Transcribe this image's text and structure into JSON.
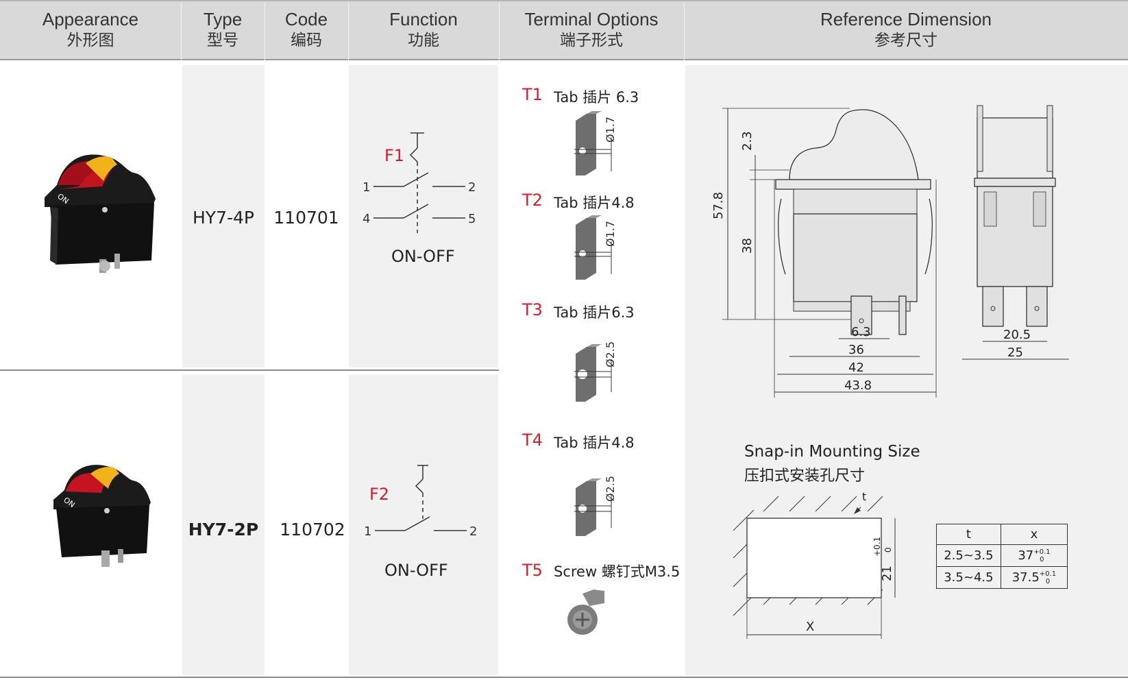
{
  "header": {
    "appearance": {
      "en": "Appearance",
      "cn": "外形图"
    },
    "type": {
      "en": "Type",
      "cn": "型号"
    },
    "code": {
      "en": "Code",
      "cn": "编码"
    },
    "function": {
      "en": "Function",
      "cn": "功能"
    },
    "terminal": {
      "en": "Terminal Options",
      "cn": "端子形式"
    },
    "reference": {
      "en": "Reference Dimension",
      "cn": "参考尺寸"
    }
  },
  "rows": [
    {
      "type": "HY7-4P",
      "code": "110701",
      "func_code": "F1",
      "func_label": "ON-OFF",
      "pins": [
        "1",
        "2",
        "4",
        "5"
      ],
      "rocker_mark": "ON"
    },
    {
      "type": "HY7-2P",
      "code": "110702",
      "func_code": "F2",
      "func_label": "ON-OFF",
      "pins": [
        "1",
        "2"
      ],
      "rocker_mark": "ON"
    }
  ],
  "terminals": [
    {
      "code": "T1",
      "label": "Tab 插片 6.3",
      "dim": "Ø1.7"
    },
    {
      "code": "T2",
      "label": "Tab 插片4.8",
      "dim": "Ø1.7"
    },
    {
      "code": "T3",
      "label": "Tab 插片6.3",
      "dim": "Ø2.5"
    },
    {
      "code": "T4",
      "label": "Tab 插片4.8",
      "dim": "Ø2.5"
    },
    {
      "code": "T5",
      "label": "Screw 螺钉式M3.5"
    }
  ],
  "dimensions": {
    "height_total": "57.8",
    "height_top": "2.3",
    "height_body": "38",
    "tab_width": "6.3",
    "w1": "36",
    "w2": "42",
    "w3": "43.8",
    "side_w1": "20.5",
    "side_w2": "25"
  },
  "mounting": {
    "title_en": "Snap-in Mounting Size",
    "title_cn": "压扣式安装孔尺寸",
    "t_label": "t",
    "x_label": "X",
    "height_label": "21",
    "height_tol_plus": "+0.1",
    "height_tol_minus": "0",
    "table_headers": [
      "t",
      "x"
    ],
    "table_rows": [
      {
        "t": "2.5~3.5",
        "x": "37",
        "tol_plus": "+0.1",
        "tol_minus": "0"
      },
      {
        "t": "3.5~4.5",
        "x": "37.5",
        "tol_plus": "+0.1",
        "tol_minus": "0"
      }
    ]
  },
  "colors": {
    "accent_red": "#d21d2e",
    "header_bg": "#d9d9d9",
    "cell_shade": "#f1f1f1"
  }
}
